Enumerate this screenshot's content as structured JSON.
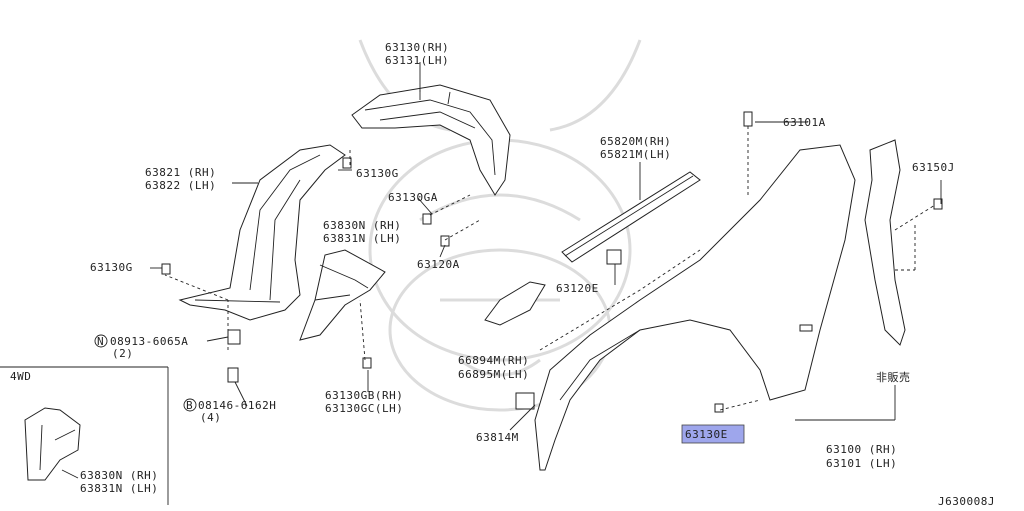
{
  "watermark": {
    "icon": "samurai-helmet-watermark"
  },
  "highlight_color": "#9ea6ec",
  "labels": {
    "p63130": "63130(RH)",
    "p63131": "63131(LH)",
    "p63821": "63821 (RH)",
    "p63822": "63822 (LH)",
    "p63130G_top": "63130G",
    "p63130GA": "63130GA",
    "p63830N": "63830N (RH)",
    "p63831N": "63831N (LH)",
    "p63130G_left": "63130G",
    "p63120A": "63120A",
    "p65820M": "65820M(RH)",
    "p65821M": "65821M(LH)",
    "p63101A": "63101A",
    "p63150J": "63150J",
    "p63120E": "63120E",
    "p08913_a": "N",
    "p08913_b": "08913-6065A",
    "p08913_c": "(2)",
    "p66894M": "66894M(RH)",
    "p66895M": "66895M(LH)",
    "p_nonsale": "非販売",
    "p08146_a": "B",
    "p08146_b": "08146-6162H",
    "p08146_c": "(4)",
    "p63130GB": "63130GB(RH)",
    "p63130GC": "63130GC(LH)",
    "p63814M": "63814M",
    "p63130E": "63130E",
    "p63100": "63100 (RH)",
    "p63101": "63101 (LH)",
    "inset_title": "4WD",
    "inset_63830N": "63830N (RH)",
    "inset_63831N": "63831N (LH)",
    "diagram_code": "J630008J"
  }
}
